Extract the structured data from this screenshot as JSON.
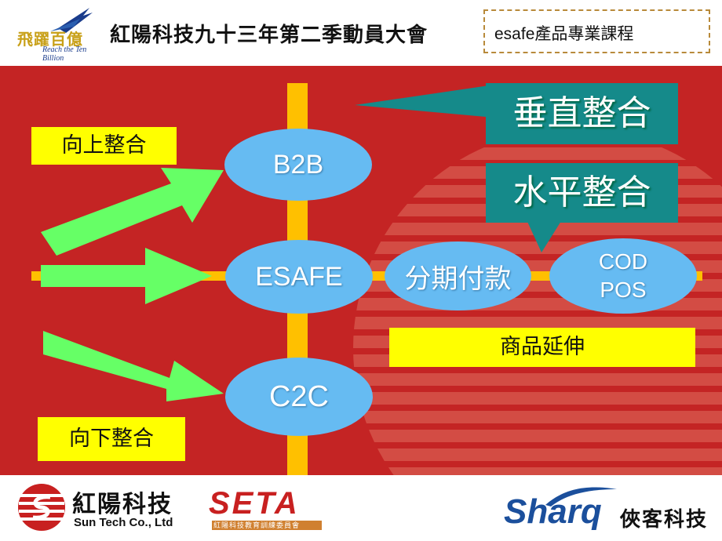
{
  "header": {
    "logo_text": "飛躍百億",
    "logo_sub": "Reach the Ten Billion",
    "title": "紅陽科技九十三年第二季動員大會",
    "course_label": "esafe產品專業課程"
  },
  "diagram": {
    "label_up": "向上整合",
    "label_down": "向下整合",
    "vertical_integration": "垂直整合",
    "horizontal_integration": "水平整合",
    "node_b2b": "B2B",
    "node_esafe": "ESAFE",
    "node_c2c": "C2C",
    "node_installment": "分期付款",
    "node_cod_line1": "COD",
    "node_cod_line2": "POS",
    "product_extension": "商品延伸"
  },
  "footer": {
    "company_cn": "紅陽科技",
    "company_en": "Sun Tech Co., Ltd",
    "seta": "SETA",
    "seta_sub": "紅陽科技教育訓練委員會",
    "sharq": "Sharq",
    "sharq_cn": "俠客科技"
  },
  "colors": {
    "background_red": "#c42424",
    "axis_yellow": "#ffc000",
    "label_yellow": "#ffff00",
    "callout_teal": "#158a8a",
    "node_blue": "#66bbf2",
    "arrow_green": "#66ff66"
  }
}
